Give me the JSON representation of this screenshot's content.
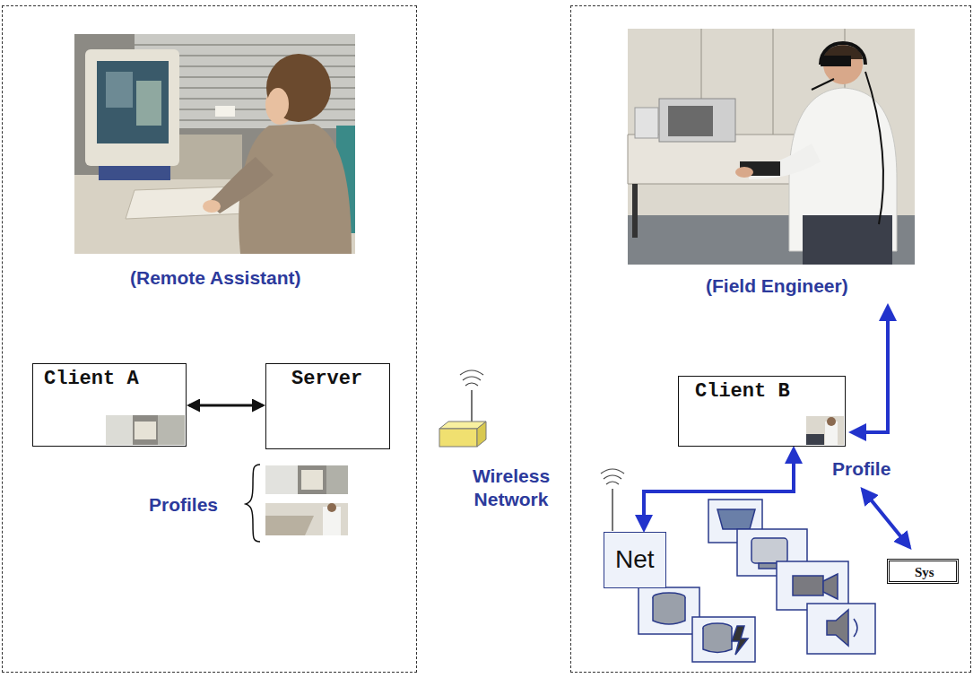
{
  "diagram": {
    "nodes": [
      {
        "text": [
          "(Remote Assistant)"
        ]
      },
      {
        "text": [
          "Client A"
        ],
        "in": 0
      },
      {
        "text": [
          "Server"
        ],
        "in": 0
      },
      {
        "text": [
          "(Field Engineer)"
        ]
      },
      {
        "text": [
          "Client B"
        ],
        "in": 3
      },
      {
        "text": [
          "Net"
        ],
        "in": 3
      },
      {
        "text": [
          "Sys"
        ],
        "in": 3
      }
    ],
    "edges": [
      {
        "from": 1,
        "to": 2,
        "arrow": "both"
      },
      {
        "from": 4,
        "to": 5,
        "arrow": "both"
      }
    ],
    "labels": [
      "Profiles",
      "Wireless Network",
      "Profile"
    ]
  }
}
